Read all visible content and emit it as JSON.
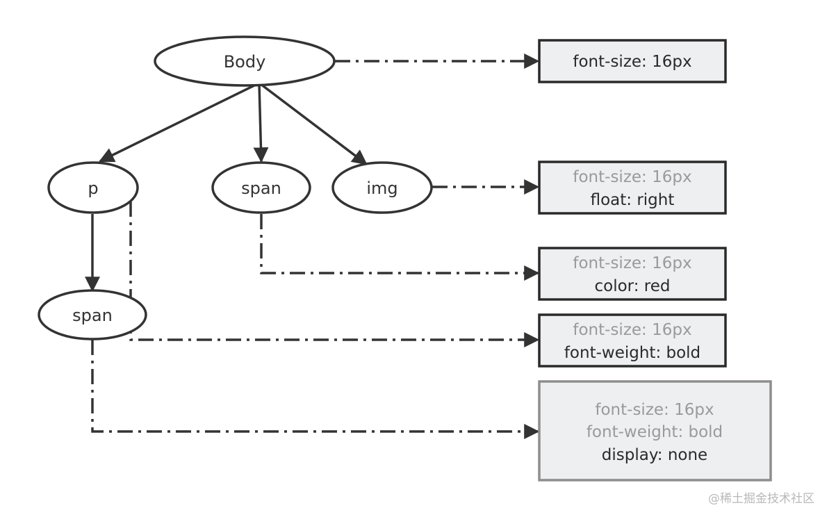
{
  "nodes": {
    "body": "Body",
    "p": "p",
    "span1": "span",
    "img": "img",
    "span2": "span"
  },
  "boxes": {
    "body_styles": {
      "line1": "font-size: 16px"
    },
    "img_styles": {
      "line1": "font-size: 16px",
      "line2": "float: right"
    },
    "span1_styles": {
      "line1": "font-size: 16px",
      "line2": "color: red"
    },
    "p_styles": {
      "line1": "font-size: 16px",
      "line2": "font-weight: bold"
    },
    "span2_styles": {
      "line1": "font-size: 16px",
      "line2": "font-weight: bold",
      "line3": "display: none"
    }
  },
  "colors": {
    "stroke": "#333333",
    "box_fill": "#eeeff1",
    "inherited_text": "#9a9a9a",
    "own_text": "#2a2a2a",
    "faded_box_border": "#8e8e8e"
  },
  "watermark": "@稀土掘金技术社区"
}
